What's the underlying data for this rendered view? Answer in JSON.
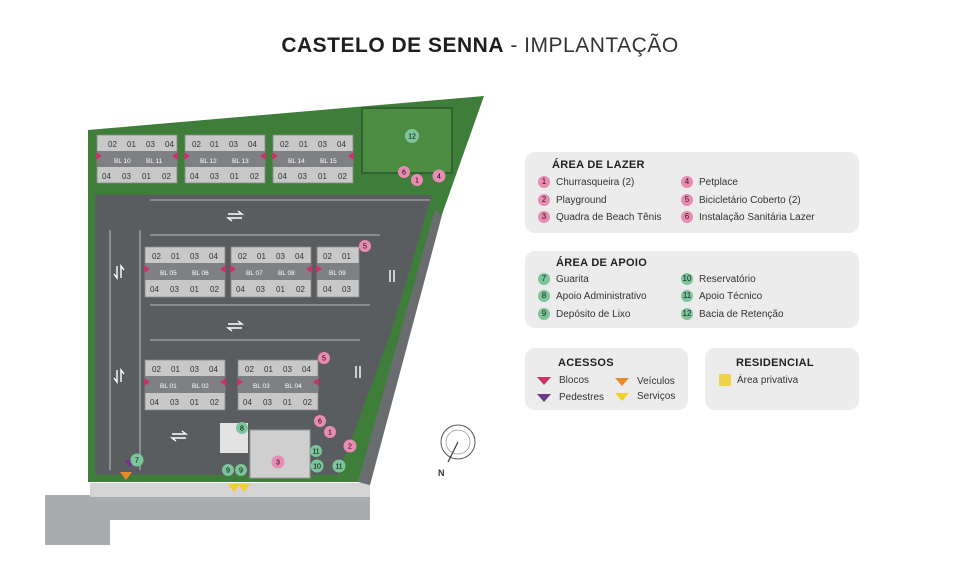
{
  "title": {
    "bold": "CASTELO DE SENNA",
    "light": "- IMPLANTAÇÃO"
  },
  "map": {
    "compass_letter": "N",
    "markers": {
      "m1a": "1",
      "m1b": "1",
      "m2": "2",
      "m3": "3",
      "m4": "4",
      "m5a": "5",
      "m5b": "5",
      "m6a": "6",
      "m6b": "6",
      "m7": "7",
      "m8": "8",
      "m9a": "9",
      "m9b": "9",
      "m10": "10",
      "m11a": "11",
      "m11b": "11",
      "m12": "12"
    },
    "blocks": [
      {
        "top": [
          "02",
          "01",
          "03",
          "04"
        ],
        "left": "BL 10",
        "right": "BL 11",
        "bottom": [
          "04",
          "03",
          "01",
          "02"
        ]
      },
      {
        "top": [
          "02",
          "01",
          "03",
          "04"
        ],
        "left": "BL 12",
        "right": "BL 13",
        "bottom": [
          "04",
          "03",
          "01",
          "02"
        ]
      },
      {
        "top": [
          "02",
          "01",
          "03",
          "04"
        ],
        "left": "BL 14",
        "right": "BL 15",
        "bottom": [
          "04",
          "03",
          "01",
          "02"
        ]
      },
      {
        "top": [
          "02",
          "01",
          "03",
          "04"
        ],
        "left": "BL 05",
        "right": "BL 06",
        "bottom": [
          "04",
          "03",
          "01",
          "02"
        ]
      },
      {
        "top": [
          "02",
          "01",
          "03",
          "04"
        ],
        "left": "BL 07",
        "right": "BL 08",
        "bottom": [
          "04",
          "03",
          "01",
          "02"
        ]
      },
      {
        "top": [
          "02",
          "01"
        ],
        "left": "BL 09",
        "right": "",
        "bottom": [
          "04",
          "03"
        ]
      },
      {
        "top": [
          "02",
          "01",
          "03",
          "04"
        ],
        "left": "BL 01",
        "right": "BL 02",
        "bottom": [
          "04",
          "03",
          "01",
          "02"
        ]
      },
      {
        "top": [
          "02",
          "01",
          "03",
          "04"
        ],
        "left": "BL 03",
        "right": "BL 04",
        "bottom": [
          "04",
          "03",
          "01",
          "02"
        ]
      }
    ]
  },
  "legend": {
    "lazer": {
      "title": "ÁREA DE LAZER",
      "items": [
        {
          "n": "1",
          "label": "Churrasqueira (2)"
        },
        {
          "n": "2",
          "label": "Playground"
        },
        {
          "n": "3",
          "label": "Quadra de Beach Tênis"
        },
        {
          "n": "4",
          "label": "Petplace"
        },
        {
          "n": "5",
          "label": "Bicicletário Coberto (2)"
        },
        {
          "n": "6",
          "label": "Instalação Sanitária Lazer"
        }
      ]
    },
    "apoio": {
      "title": "ÁREA DE APOIO",
      "items": [
        {
          "n": "7",
          "label": "Guarita"
        },
        {
          "n": "8",
          "label": "Apoio Administrativo"
        },
        {
          "n": "9",
          "label": "Depósito de Lixo"
        },
        {
          "n": "10",
          "label": "Reservatório"
        },
        {
          "n": "11",
          "label": "Apoio Técnico"
        },
        {
          "n": "12",
          "label": "Bacia de Retenção"
        }
      ]
    },
    "acessos": {
      "title": "ACESSOS",
      "items": [
        {
          "label": "Blocos",
          "color": "#c7326b"
        },
        {
          "label": "Pedestres",
          "color": "#6b3a8a"
        },
        {
          "label": "Veículos",
          "color": "#e8892b"
        },
        {
          "label": "Serviços",
          "color": "#f2d024"
        }
      ]
    },
    "residencial": {
      "title": "RESIDENCIAL",
      "items": [
        {
          "label": "Área privativa",
          "color": "#f0d24a"
        }
      ]
    }
  },
  "colors": {
    "pink": "#e98bb3",
    "green": "#7cc59a",
    "lawn": "#3f7d3a",
    "pavement": "#5a5d60",
    "panel": "#ececec"
  }
}
